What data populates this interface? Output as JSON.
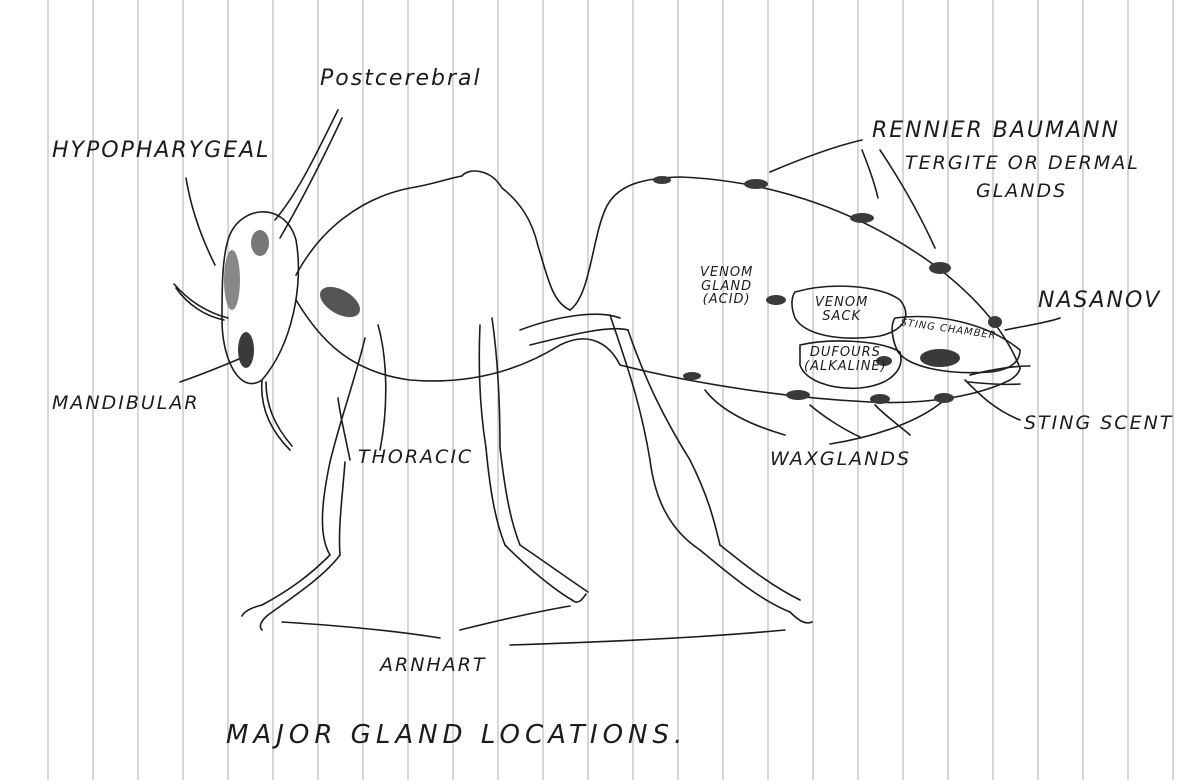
{
  "labels": {
    "postcerebral": "Postcerebral",
    "hypopharygeal": "HYPOPHARYGEAL",
    "mandibular": "MANDIBULAR",
    "thoracic": "THORACIC",
    "arnhart": "ARNHART",
    "renner_line1": "RENNIER BAUMANN",
    "renner_line2": "TERGITE OR DERMAL",
    "renner_line3": "GLANDS",
    "nasanov": "NASANOV",
    "venom_gland_line1": "VENOM",
    "venom_gland_line2": "GLAND",
    "venom_gland_line3": "(ACID)",
    "venom_sack_line1": "VENOM",
    "venom_sack_line2": "SACK",
    "sting_chamber": "STING CHAMBER",
    "dufours_line1": "DUFOURS",
    "dufours_line2": "(ALKALINE)",
    "waxglands": "WAXGLANDS",
    "sting_scent": "STING SCENT",
    "title": "MAJOR GLAND LOCATIONS."
  },
  "colors": {
    "paper": "#ffffff",
    "ruling": "#b9bcc4",
    "ink": "#1c1c1c",
    "gland": "#3a3a3a"
  }
}
